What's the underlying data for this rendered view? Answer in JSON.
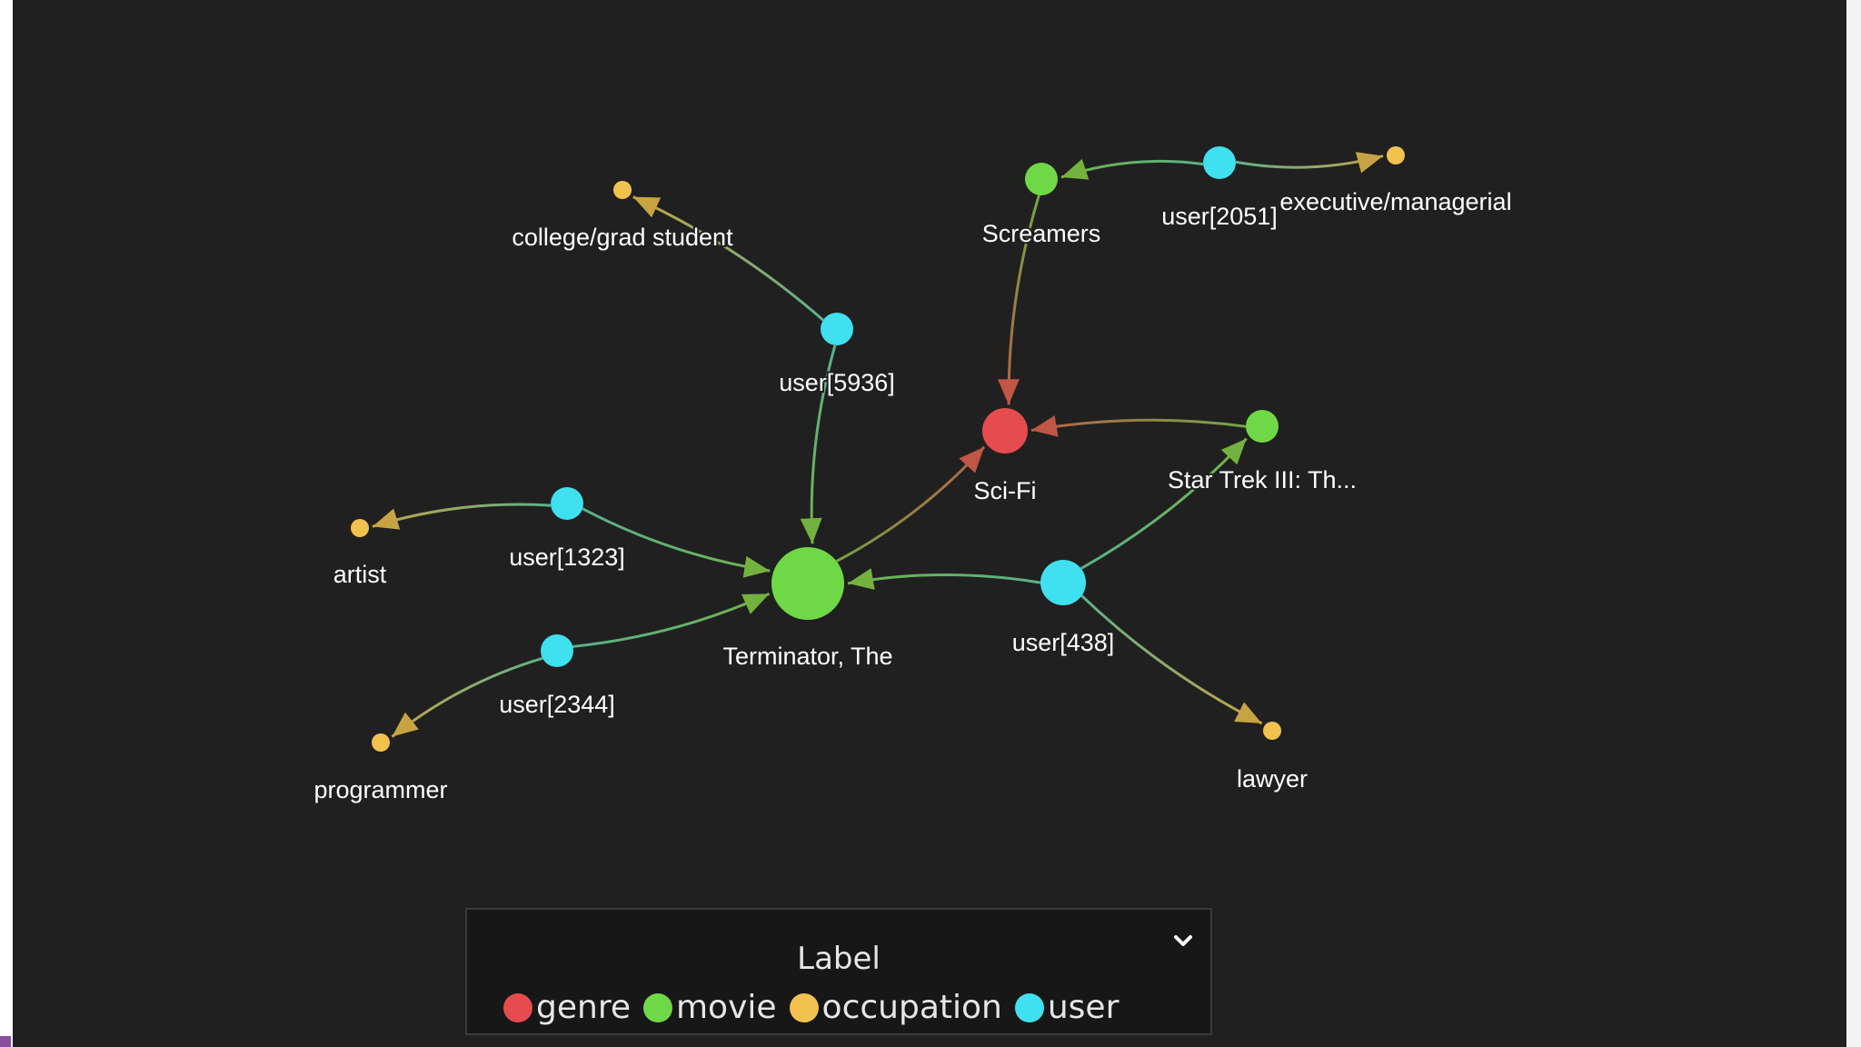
{
  "colors": {
    "genre": "#e54b4f",
    "movie": "#6fd846",
    "occupation": "#f2c14e",
    "user": "#3fe0f0",
    "background": "#202020"
  },
  "graph": {
    "nodes": [
      {
        "id": "terminator",
        "label": "Terminator, The",
        "type": "movie"
      },
      {
        "id": "scifi",
        "label": "Sci-Fi",
        "type": "genre"
      },
      {
        "id": "screamers",
        "label": "Screamers",
        "type": "movie"
      },
      {
        "id": "startrek",
        "label": "Star Trek III: Th...",
        "type": "movie"
      },
      {
        "id": "u5936",
        "label": "user[5936]",
        "type": "user"
      },
      {
        "id": "u2051",
        "label": "user[2051]",
        "type": "user"
      },
      {
        "id": "u1323",
        "label": "user[1323]",
        "type": "user"
      },
      {
        "id": "u2344",
        "label": "user[2344]",
        "type": "user"
      },
      {
        "id": "u438",
        "label": "user[438]",
        "type": "user"
      },
      {
        "id": "college",
        "label": "college/grad student",
        "type": "occupation"
      },
      {
        "id": "exec",
        "label": "executive/managerial",
        "type": "occupation"
      },
      {
        "id": "artist",
        "label": "artist",
        "type": "occupation"
      },
      {
        "id": "programmer",
        "label": "programmer",
        "type": "occupation"
      },
      {
        "id": "lawyer",
        "label": "lawyer",
        "type": "occupation"
      }
    ],
    "edges": [
      {
        "source": "u5936",
        "target": "college"
      },
      {
        "source": "u5936",
        "target": "terminator"
      },
      {
        "source": "u2051",
        "target": "screamers"
      },
      {
        "source": "u2051",
        "target": "exec"
      },
      {
        "source": "screamers",
        "target": "scifi"
      },
      {
        "source": "terminator",
        "target": "scifi"
      },
      {
        "source": "startrek",
        "target": "scifi"
      },
      {
        "source": "u1323",
        "target": "artist"
      },
      {
        "source": "u1323",
        "target": "terminator"
      },
      {
        "source": "u2344",
        "target": "terminator"
      },
      {
        "source": "u2344",
        "target": "programmer"
      },
      {
        "source": "u438",
        "target": "terminator"
      },
      {
        "source": "u438",
        "target": "startrek"
      },
      {
        "source": "u438",
        "target": "lawyer"
      }
    ]
  },
  "legend": {
    "title": "Label",
    "collapse_icon": "chevron-down-icon",
    "items": [
      {
        "key": "genre",
        "label": "genre"
      },
      {
        "key": "movie",
        "label": "movie"
      },
      {
        "key": "occupation",
        "label": "occupation"
      },
      {
        "key": "user",
        "label": "user"
      }
    ]
  }
}
